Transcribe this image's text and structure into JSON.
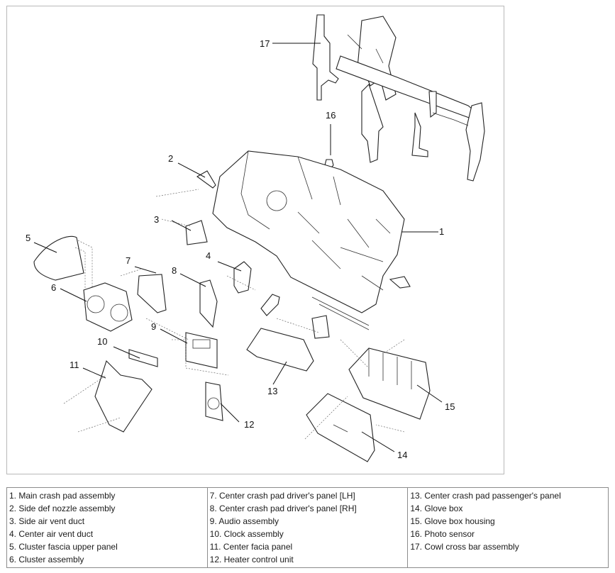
{
  "callouts": [
    "1",
    "2",
    "3",
    "4",
    "5",
    "6",
    "7",
    "8",
    "9",
    "10",
    "11",
    "12",
    "13",
    "14",
    "15",
    "16",
    "17"
  ],
  "legend": {
    "columns": [
      [
        "1. Main crash pad assembly",
        "2. Side def nozzle assembly",
        "3. Side air vent duct",
        "4. Center air vent duct",
        "5. Cluster fascia upper panel",
        "6. Cluster assembly"
      ],
      [
        "7. Center crash pad driver's panel [LH]",
        "8. Center crash pad driver's panel [RH]",
        "9. Audio assembly",
        "10. Clock assembly",
        "11. Center facia panel",
        "12. Heater control unit"
      ],
      [
        "13. Center crash pad passenger's panel",
        "14. Glove box",
        "15. Glove box housing",
        "16. Photo sensor",
        "17. Cowl cross bar assembly"
      ]
    ]
  }
}
